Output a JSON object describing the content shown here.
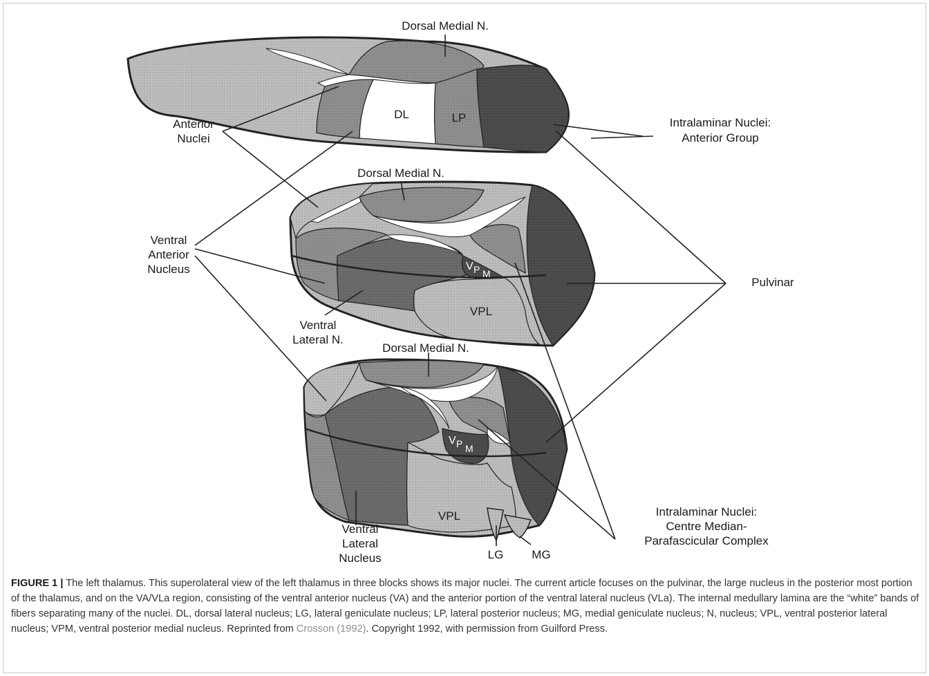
{
  "figure": {
    "labels": {
      "dorsal_medial_top": "Dorsal Medial N.",
      "dorsal_medial_mid": "Dorsal Medial N.",
      "dorsal_medial_bot": "Dorsal Medial N.",
      "anterior_nuclei_1": "Anterior",
      "anterior_nuclei_2": "Nuclei",
      "dl": "DL",
      "lp": "LP",
      "intralaminar_ant_1": "Intralaminar Nuclei:",
      "intralaminar_ant_2": "Anterior Group",
      "ventral_anterior_1": "Ventral",
      "ventral_anterior_2": "Anterior",
      "ventral_anterior_3": "Nucleus",
      "pulvinar": "Pulvinar",
      "ventral_lateral_n_1": "Ventral",
      "ventral_lateral_n_2": "Lateral N.",
      "vpl_mid": "VPL",
      "vpl_bot": "VPL",
      "vpm_v": "V",
      "vpm_p": "P",
      "vpm_m": "M",
      "ventral_lateral_nucleus_1": "Ventral",
      "ventral_lateral_nucleus_2": "Lateral",
      "ventral_lateral_nucleus_3": "Nucleus",
      "lg": "LG",
      "mg": "MG",
      "intralaminar_cm_1": "Intralaminar Nuclei:",
      "intralaminar_cm_2": "Centre Median-",
      "intralaminar_cm_3": "Parafascicular Complex"
    }
  },
  "caption": {
    "fig_label": "FIGURE 1",
    "separator": "|",
    "text_before_ref": " The left thalamus. This superolateral view of the left thalamus in three blocks shows its major nuclei. The current article focuses on the pulvinar, the large nucleus in the posterior most portion of the thalamus, and on the VA/VLa region, consisting of the ventral anterior nucleus (VA) and the anterior portion of the ventral lateral nucleus (VLa). The internal medullary lamina are the “white” bands of fibers separating many of the nuclei. DL, dorsal lateral nucleus; LG, lateral geniculate nucleus; LP, lateral posterior nucleus; MG, medial geniculate nucleus; N, nucleus; VPL, ventral posterior lateral nucleus; VPM, ventral posterior medial nucleus. Reprinted from ",
    "ref": "Crosson (1992)",
    "text_after_ref": ". Copyright 1992, with permission from Guilford Press."
  },
  "colors": {
    "light": "#b9b9b9",
    "medium": "#8e8e8e",
    "dark": "#6d6d6d",
    "darkest": "#4a4a4a",
    "white": "#ffffff",
    "outline": "#222222"
  }
}
